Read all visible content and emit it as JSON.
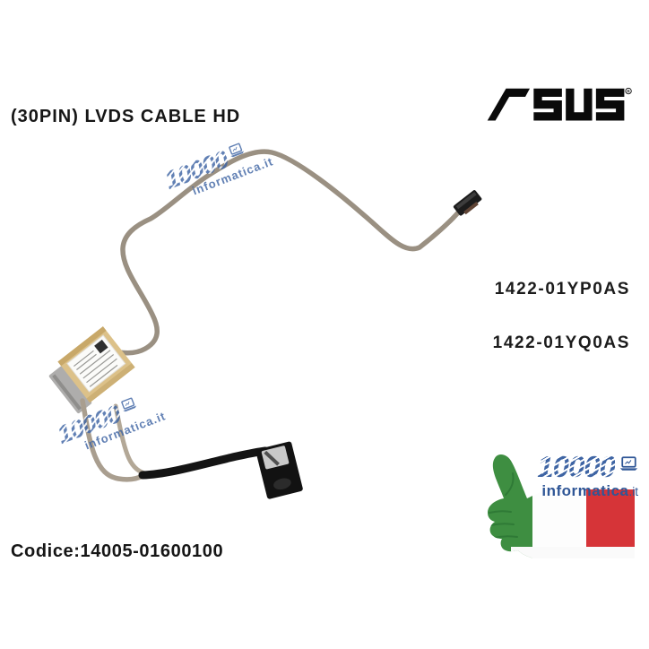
{
  "title": "(30PIN) LVDS CABLE HD",
  "brand": {
    "name": "ASUS",
    "registered": "®"
  },
  "part_numbers": {
    "first": "1422-01YP0AS",
    "second": "1422-01YQ0AS"
  },
  "product_code": {
    "prefix": "Codice:",
    "value": "14005-01600100"
  },
  "watermark": {
    "number": "10000",
    "domain": "informatica.it"
  },
  "seller_logo": {
    "number": "10000",
    "domain_name": "informatica",
    "domain_tld": ".it"
  },
  "colors": {
    "background": "#ffffff",
    "title_text": "#161616",
    "asus_black": "#0a0a0a",
    "watermark_blue": "#3f65a4",
    "seller_blue": "#2f5696",
    "cable_tan": "#9a9082",
    "cable_light_tan": "#a99e8f",
    "gold_flex": "#dcc189",
    "connector_black": "#141414",
    "connector_metal": "#c9c9c9",
    "flag_green": "#3e8e41",
    "flag_white": "#fdfdfd",
    "flag_red": "#d63438"
  }
}
